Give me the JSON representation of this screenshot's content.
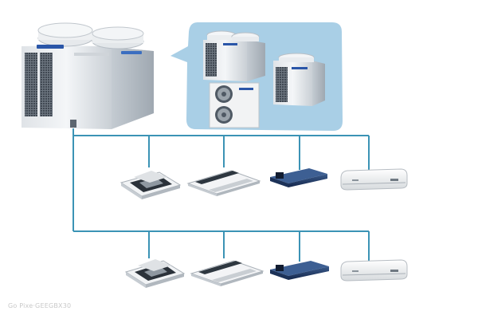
{
  "diagram": {
    "kind": "vrf-air-conditioning-system",
    "colors": {
      "pipe": "#3b93b5",
      "bubble": "#a9cfe6",
      "unit_body": "#e8ebee",
      "unit_shadow": "#b9c0c7",
      "fan_grille": "#5a6470",
      "duct_unit": "#1e3559",
      "wall_unit": "#f2f2f2",
      "brand_badge": "#2a56a8"
    },
    "outdoor_main": {
      "icon": "outdoor-unit-twin-fan-icon"
    },
    "bubble_units": [
      {
        "name": "outdoor-unit-top-fan",
        "icon": "outdoor-unit-top-fan-icon"
      },
      {
        "name": "outdoor-unit-side-fan",
        "icon": "outdoor-unit-side-fan-icon"
      },
      {
        "name": "outdoor-unit-compact",
        "icon": "outdoor-unit-compact-icon"
      }
    ],
    "indoor_rows": [
      {
        "units": [
          "cassette-4way",
          "cassette-1way",
          "ducted",
          "wall-split"
        ]
      },
      {
        "units": [
          "cassette-4way",
          "cassette-1way",
          "ducted",
          "wall-split"
        ]
      }
    ],
    "watermark": "Go Pixe·GEEGBX30"
  }
}
